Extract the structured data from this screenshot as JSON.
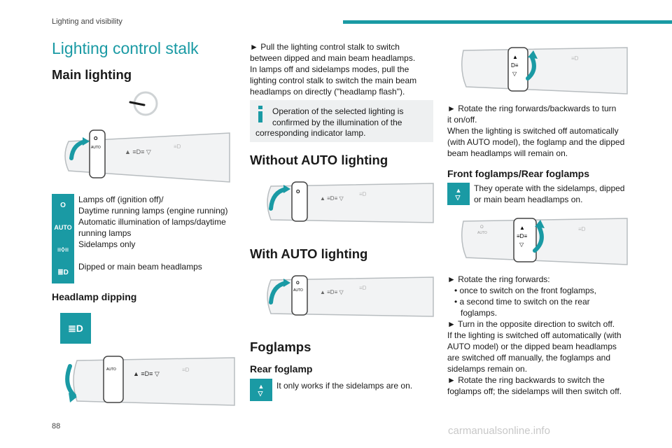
{
  "header": {
    "section": "Lighting and visibility"
  },
  "page_title": "Lighting control stalk",
  "col1": {
    "main_lighting": "Main lighting",
    "items": [
      {
        "icon": "O",
        "icon_name": "off-icon",
        "line1": "Lamps off (ignition off)/",
        "line2": "Daytime running lamps (engine running)"
      },
      {
        "icon": "AUTO",
        "icon_name": "auto-icon",
        "line1": "Automatic illumination of lamps/daytime",
        "line2": "running lamps"
      },
      {
        "icon": "≡◊≡",
        "icon_name": "sidelamps-icon",
        "line1": "Sidelamps only",
        "line2": ""
      },
      {
        "icon": "≣D",
        "icon_name": "headlamps-icon",
        "line1": "Dipped or main beam headlamps",
        "line2": ""
      }
    ],
    "headlamp_dipping": "Headlamp dipping"
  },
  "col2": {
    "p1": [
      "► Pull the lighting control stalk to switch",
      "between dipped and main beam headlamps.",
      "In lamps off and sidelamps modes, pull the",
      "lighting control stalk to switch the main beam",
      "headlamps on directly (\"headlamp flash\")."
    ],
    "note_l1": "Operation of the selected lighting is",
    "note_l2": "confirmed by the illumination of the",
    "note_l3": "corresponding indicator lamp.",
    "without_auto": "Without AUTO lighting",
    "with_auto": "With AUTO lighting",
    "foglamps": "Foglamps",
    "rear_foglamp": "Rear foglamp",
    "rear_text": "It only works if the sidelamps are on."
  },
  "col3": {
    "p1": [
      "► Rotate the ring forwards/backwards to turn",
      "it on/off.",
      "When the lighting is switched off automatically",
      "(with AUTO model), the foglamp and the dipped",
      "beam headlamps will remain on."
    ],
    "front_rear": "Front foglamps/Rear foglamps",
    "fr_text1": "They operate with the sidelamps, dipped",
    "fr_text2": "or main beam headlamps on.",
    "p2": [
      "► Rotate the ring forwards:",
      "• once to switch on the front foglamps,",
      "• a second time to switch on the rear",
      "foglamps.",
      "► Turn in the opposite direction to switch off.",
      "If the lighting is switched off automatically (with",
      "AUTO model) or the dipped beam headlamps",
      "are switched off manually, the foglamps and",
      "sidelamps remain on.",
      "► Rotate the ring backwards to switch the",
      "foglamps off; the sidelamps will then switch off."
    ]
  },
  "footer": {
    "page": "88",
    "watermark": "carmanualsonline.info"
  },
  "colors": {
    "accent": "#1a9aa4"
  }
}
